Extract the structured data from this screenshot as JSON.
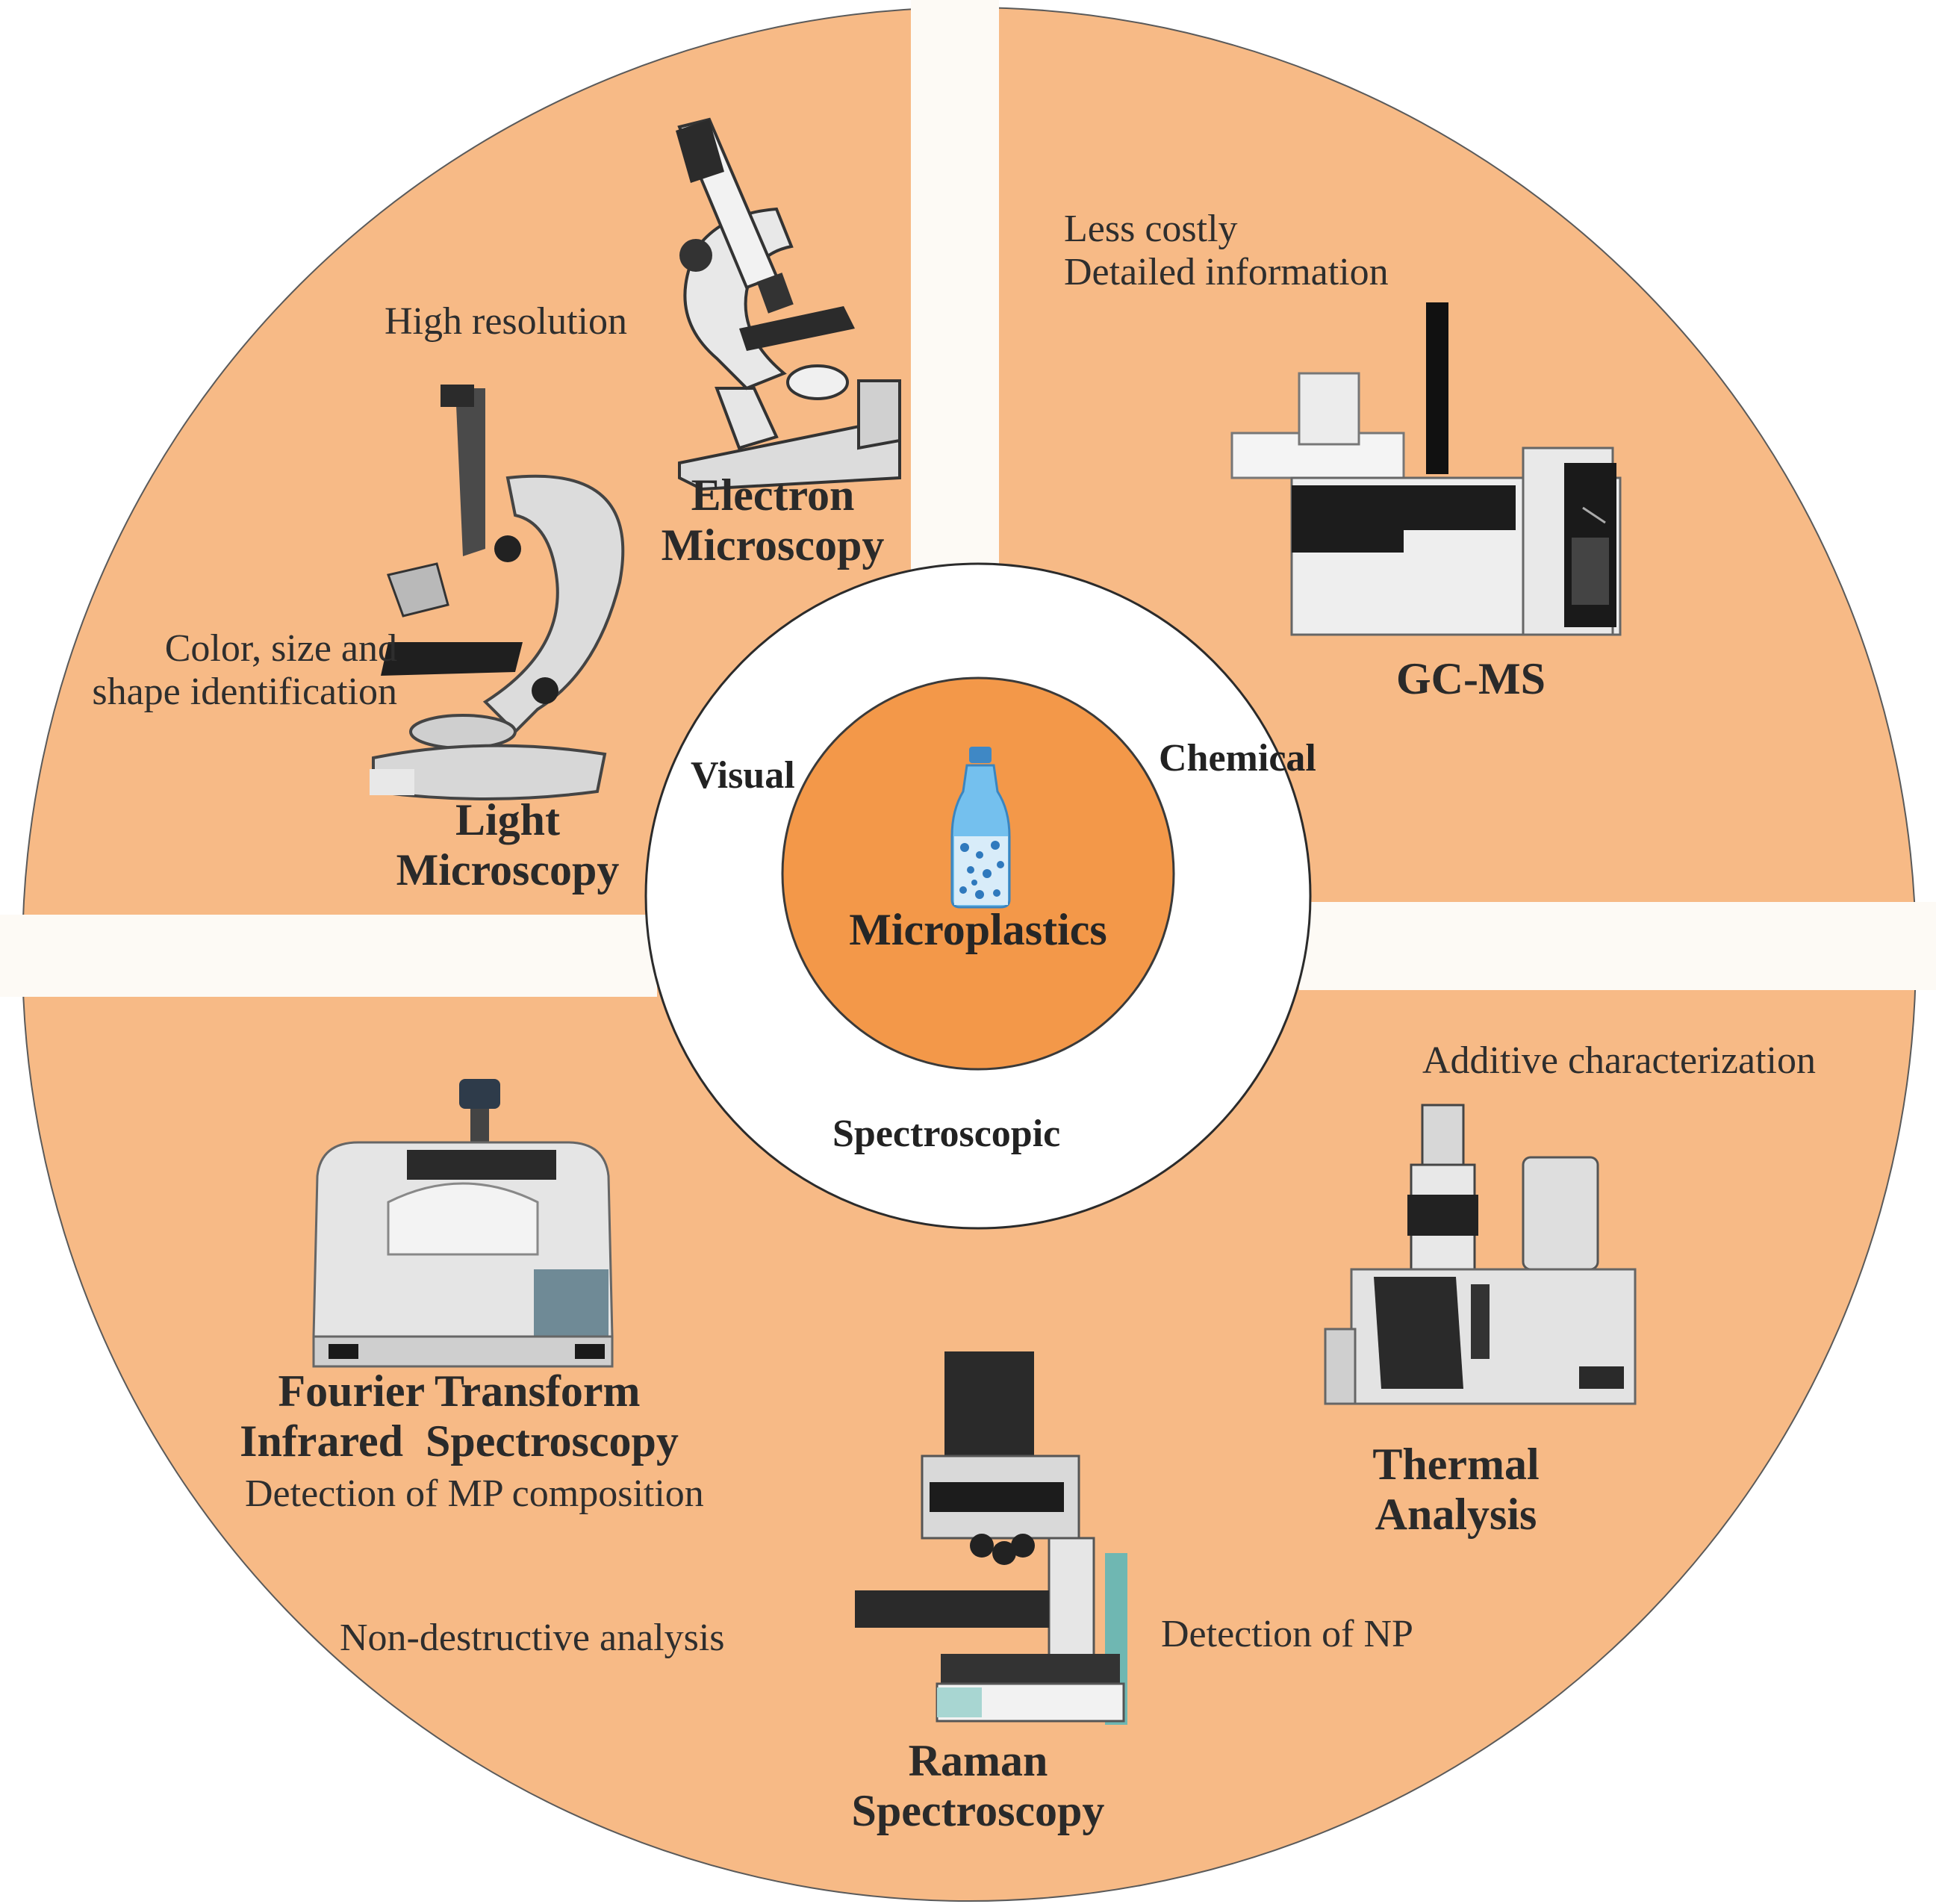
{
  "colors": {
    "wheel": "#f7ba86",
    "hub": "#f39849",
    "ring": "#ffffff",
    "gap": "#fdfaf5",
    "outline": "#2b2b2b"
  },
  "center": {
    "label": "Microplastics",
    "icon": "plastic-bottle-icon"
  },
  "categories": {
    "visual": "Visual",
    "chemical": "Chemical",
    "spectroscopic": "Spectroscopic"
  },
  "techniques": {
    "electron": {
      "title_line1": "Electron",
      "title_line2": "Microscopy",
      "note": "High resolution",
      "icon": "electron-microscope-icon"
    },
    "light": {
      "title_line1": "Light",
      "title_line2": "Microscopy",
      "note_line1": "Color, size and",
      "note_line2": "shape identification",
      "icon": "light-microscope-icon"
    },
    "gcms": {
      "title": "GC-MS",
      "note_line1": "Less costly",
      "note_line2": "Detailed information",
      "icon": "gc-ms-instrument-icon"
    },
    "ftir": {
      "title_line1": "Fourier Transform",
      "title_line2": "Infrared  Spectroscopy",
      "note": "Detection of MP composition",
      "note2": "Non-destructive analysis",
      "icon": "ftir-spectrometer-icon"
    },
    "raman": {
      "title_line1": "Raman",
      "title_line2": "Spectroscopy",
      "note": "Detection of NP",
      "icon": "raman-microscope-icon"
    },
    "thermal": {
      "title_line1": "Thermal",
      "title_line2": "Analysis",
      "note": "Additive characterization",
      "icon": "thermal-analyzer-icon"
    }
  }
}
